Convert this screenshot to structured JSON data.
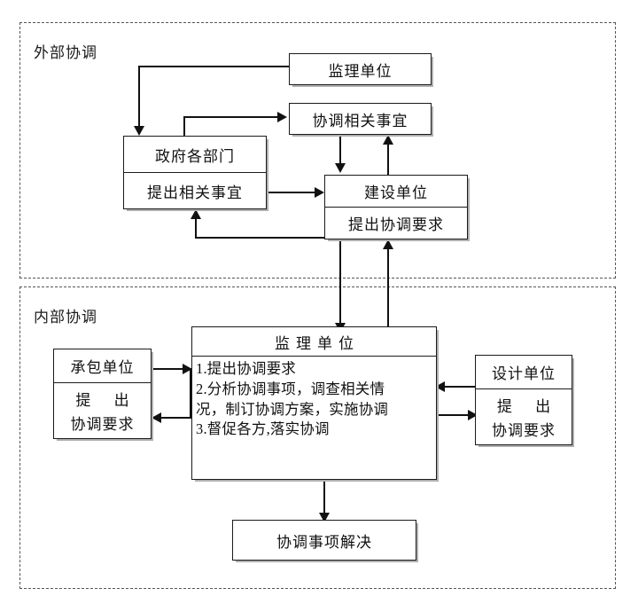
{
  "diagram": {
    "regions": [
      {
        "id": "external",
        "label": "外部协调"
      },
      {
        "id": "internal",
        "label": "内部协调"
      }
    ],
    "nodes": {
      "supervisor_top": {
        "title": "监理单位"
      },
      "coordination_matters": {
        "title": "协调相关事宜"
      },
      "government": {
        "title": "政府各部门",
        "action": "提出相关事宜"
      },
      "construction_unit": {
        "title": "建设单位",
        "action": "提出协调要求"
      },
      "contractor": {
        "title": "承包单位",
        "action_line1": "提  出",
        "action_line2": "协调要求"
      },
      "design_unit": {
        "title": "设计单位",
        "action_line1": "提  出",
        "action_line2": "协调要求"
      },
      "supervisor_main": {
        "title": "监理单位",
        "items": [
          "1.提出协调要求",
          "2.分析协调事项，调查相关情",
          "况，制订协调方案，实施协调",
          "3.督促各方,落实协调"
        ]
      },
      "resolution": {
        "title": "协调事项解决"
      }
    },
    "edges": [
      {
        "from": "supervisor_top",
        "to": "government",
        "direction": "down"
      },
      {
        "from": "government",
        "to": "coordination_matters",
        "direction": "right"
      },
      {
        "from": "government",
        "to": "construction_unit",
        "direction": "right"
      },
      {
        "from": "construction_unit",
        "to": "government",
        "direction": "up"
      },
      {
        "from": "coordination_matters",
        "to": "construction_unit",
        "direction": "down"
      },
      {
        "from": "construction_unit",
        "to": "coordination_matters",
        "direction": "up"
      },
      {
        "from": "construction_unit",
        "to": "supervisor_main",
        "direction": "down"
      },
      {
        "from": "supervisor_main",
        "to": "construction_unit",
        "direction": "up"
      },
      {
        "from": "contractor",
        "to": "supervisor_main",
        "direction": "right"
      },
      {
        "from": "supervisor_main",
        "to": "contractor",
        "direction": "left"
      },
      {
        "from": "design_unit",
        "to": "supervisor_main",
        "direction": "left"
      },
      {
        "from": "supervisor_main",
        "to": "design_unit",
        "direction": "right"
      },
      {
        "from": "supervisor_main",
        "to": "resolution",
        "direction": "down"
      }
    ],
    "colors": {
      "line": "#111111",
      "box_border": "#1a1a1a",
      "box_shadow": "#b0b0b0",
      "region_border": "#555555",
      "background": "#ffffff"
    }
  }
}
